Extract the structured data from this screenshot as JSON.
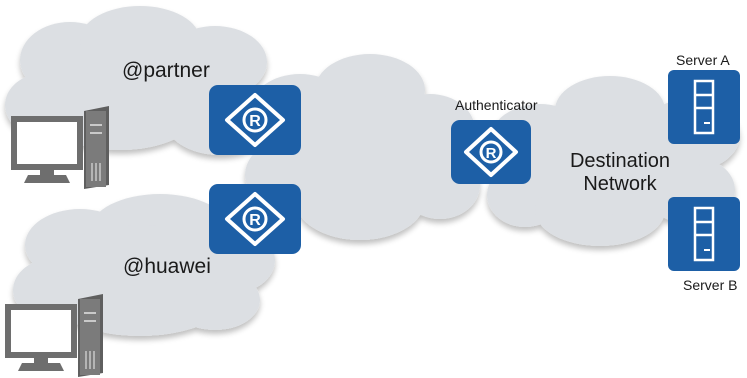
{
  "labels": {
    "partner_domain": "@partner",
    "huawei_domain": "@huawei",
    "authenticator": "Authenticator",
    "destination_line1": "Destination",
    "destination_line2": "Network",
    "server_a": "Server A",
    "server_b": "Server B"
  },
  "colors": {
    "cloud_fill": "#dcdfe3",
    "cloud_shadow": "#c7cbd0",
    "router_blue": "#1d5fa6",
    "server_blue": "#1d5fa6",
    "pc_gray": "#6e6e6e",
    "text": "#1a1a1a"
  },
  "icons": {
    "router": "router-icon",
    "server": "server-icon",
    "pc": "pc-icon",
    "cloud": "cloud-icon"
  }
}
